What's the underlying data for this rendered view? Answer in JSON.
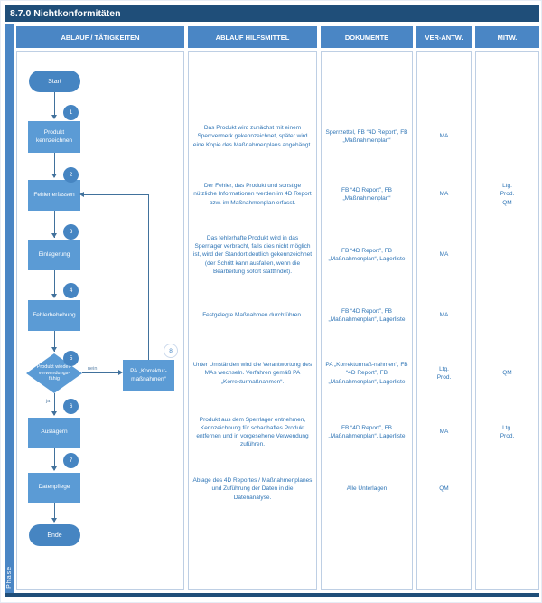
{
  "title": "8.7.0 Nichtkonformitäten",
  "phase_label": "Phase",
  "headers": {
    "col1": "ABLAUF / TÄTIGKEITEN",
    "col2": "ABLAUF HILFSMITTEL",
    "col3": "DOKUMENTE",
    "col4": "VER-ANTW.",
    "col5": "MITW."
  },
  "flow": {
    "start_label": "Start",
    "end_label": "Ende",
    "steps": [
      {
        "num": "1",
        "label": "Produkt\nkennzeichnen"
      },
      {
        "num": "2",
        "label": "Fehler erfassen"
      },
      {
        "num": "3",
        "label": "Einlagerung"
      },
      {
        "num": "4",
        "label": "Fehlerbehebung"
      },
      {
        "num": "6",
        "label": "Auslagern"
      },
      {
        "num": "7",
        "label": "Datenpflege"
      }
    ],
    "decision": {
      "num": "5",
      "label": "Produkt wieder-\nverwendungs-\nfähig",
      "no_label": "nein",
      "yes_label": "ja"
    },
    "side_box": {
      "num": "8",
      "label": "PA „Korrektur-\nmaßnahmen“"
    }
  },
  "rows": [
    {
      "description": "Das Produkt wird zunächst mit einem Sperrvermerk gekennzeichnet, später wird eine Kopie des Maßnahmenplans angehängt.",
      "documents": "Sperrzettel, FB “4D Report”, FB „Maßnahmenplan“",
      "responsible": "MA",
      "contributing": ""
    },
    {
      "description": "Der Fehler, das Produkt und sonstige nützliche Informationen werden im 4D Report bzw. im Maßnahmenplan erfasst.",
      "documents": "FB “4D Report”, FB „Maßnahmenplan“",
      "responsible": "MA",
      "contributing": "Ltg.\nProd.\nQM"
    },
    {
      "description": "Das fehlerhafte Produkt wird in das Sperrlager verbracht, falls dies nicht möglich ist, wird der Standort deutlich gekennzeichnet (der Schritt kann ausfallen, wenn die Bearbeitung sofort stattfindet).",
      "documents": "FB “4D Report”, FB „Maßnahmenplan“, Lagerliste",
      "responsible": "MA",
      "contributing": ""
    },
    {
      "description": "Festgelegte Maßnahmen durchführen.",
      "documents": "FB “4D Report”, FB „Maßnahmenplan“, Lagerliste",
      "responsible": "MA",
      "contributing": ""
    },
    {
      "description": "Unter Umständen wird die Verantwortung des MAs wechseln. Verfahren gemäß PA „Korrekturmaßnahmen“.",
      "documents": "PA „Korrekturmaß-nahmen“, FB “4D Report”, FB „Maßnahmenplan“, Lagerliste",
      "responsible": "Ltg.\nProd.",
      "contributing": "QM"
    },
    {
      "description": "Produkt aus dem Sperrlager entnehmen, Kennzeichnung für schadhaftes Produkt entfernen und in vorgesehene Verwendung zuführen.",
      "documents": "FB “4D Report”, FB „Maßnahmenplan“, Lagerliste",
      "responsible": "MA",
      "contributing": "Ltg.\nProd."
    },
    {
      "description": "Ablage des 4D Reportes / Maßnahmenplanes und Zuführung der Daten in die Datenanalyse.",
      "documents": "Alle Unterlagen",
      "responsible": "QM",
      "contributing": ""
    }
  ],
  "colors": {
    "title_bar": "#1F4E79",
    "header_blue": "#4A86C5",
    "node_blue": "#5B9BD5",
    "node_dark_blue": "#4685C2",
    "text_blue": "#2E74B5",
    "line_blue": "#41719C"
  }
}
